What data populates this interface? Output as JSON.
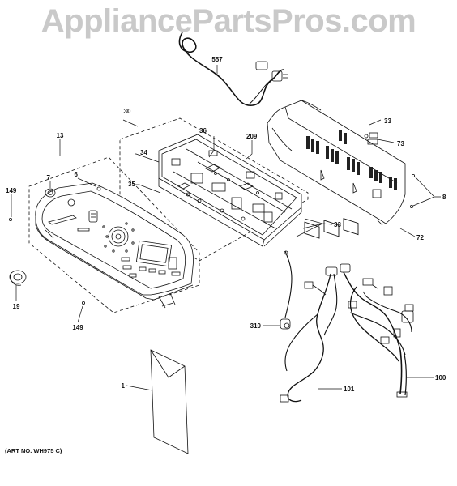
{
  "watermark": "AppliancePartsPros.com",
  "art_no": "(ART NO. WH975 C)",
  "callouts": {
    "c557": "557",
    "c30": "30",
    "c33a": "33",
    "c73": "73",
    "c36": "36",
    "c209": "209",
    "c13": "13",
    "c34": "34",
    "c7": "7",
    "c6": "6",
    "c35": "35",
    "c8": "8",
    "c149a": "149",
    "c33b": "33",
    "c72": "72",
    "c19": "19",
    "c149b": "149",
    "c310": "310",
    "c1": "1",
    "c101": "101",
    "c100": "100"
  }
}
